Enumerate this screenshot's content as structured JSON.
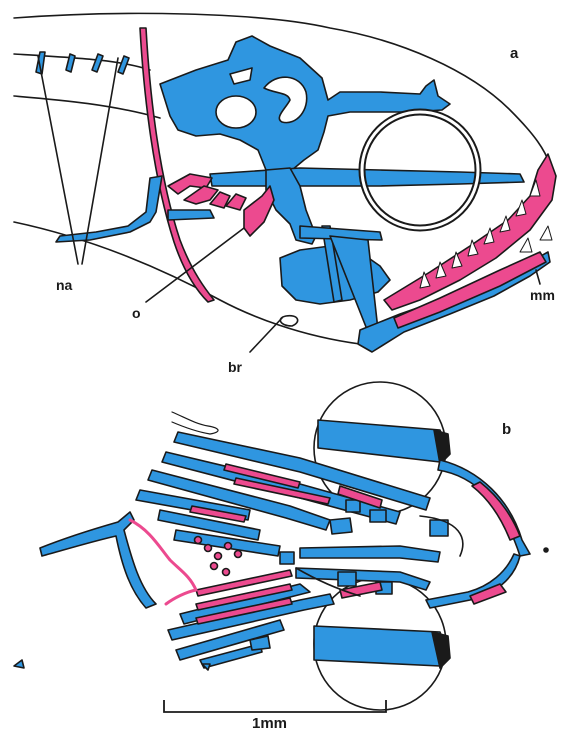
{
  "panels": {
    "a": "a",
    "b": "b"
  },
  "labels": {
    "na": "na",
    "o": "o",
    "br": "br",
    "mm": "mm"
  },
  "scale_bar": {
    "label": "1mm"
  },
  "colors": {
    "bone": "#2f96e0",
    "cartilage": "#ec4a8f",
    "outline": "#1a1a1a"
  }
}
